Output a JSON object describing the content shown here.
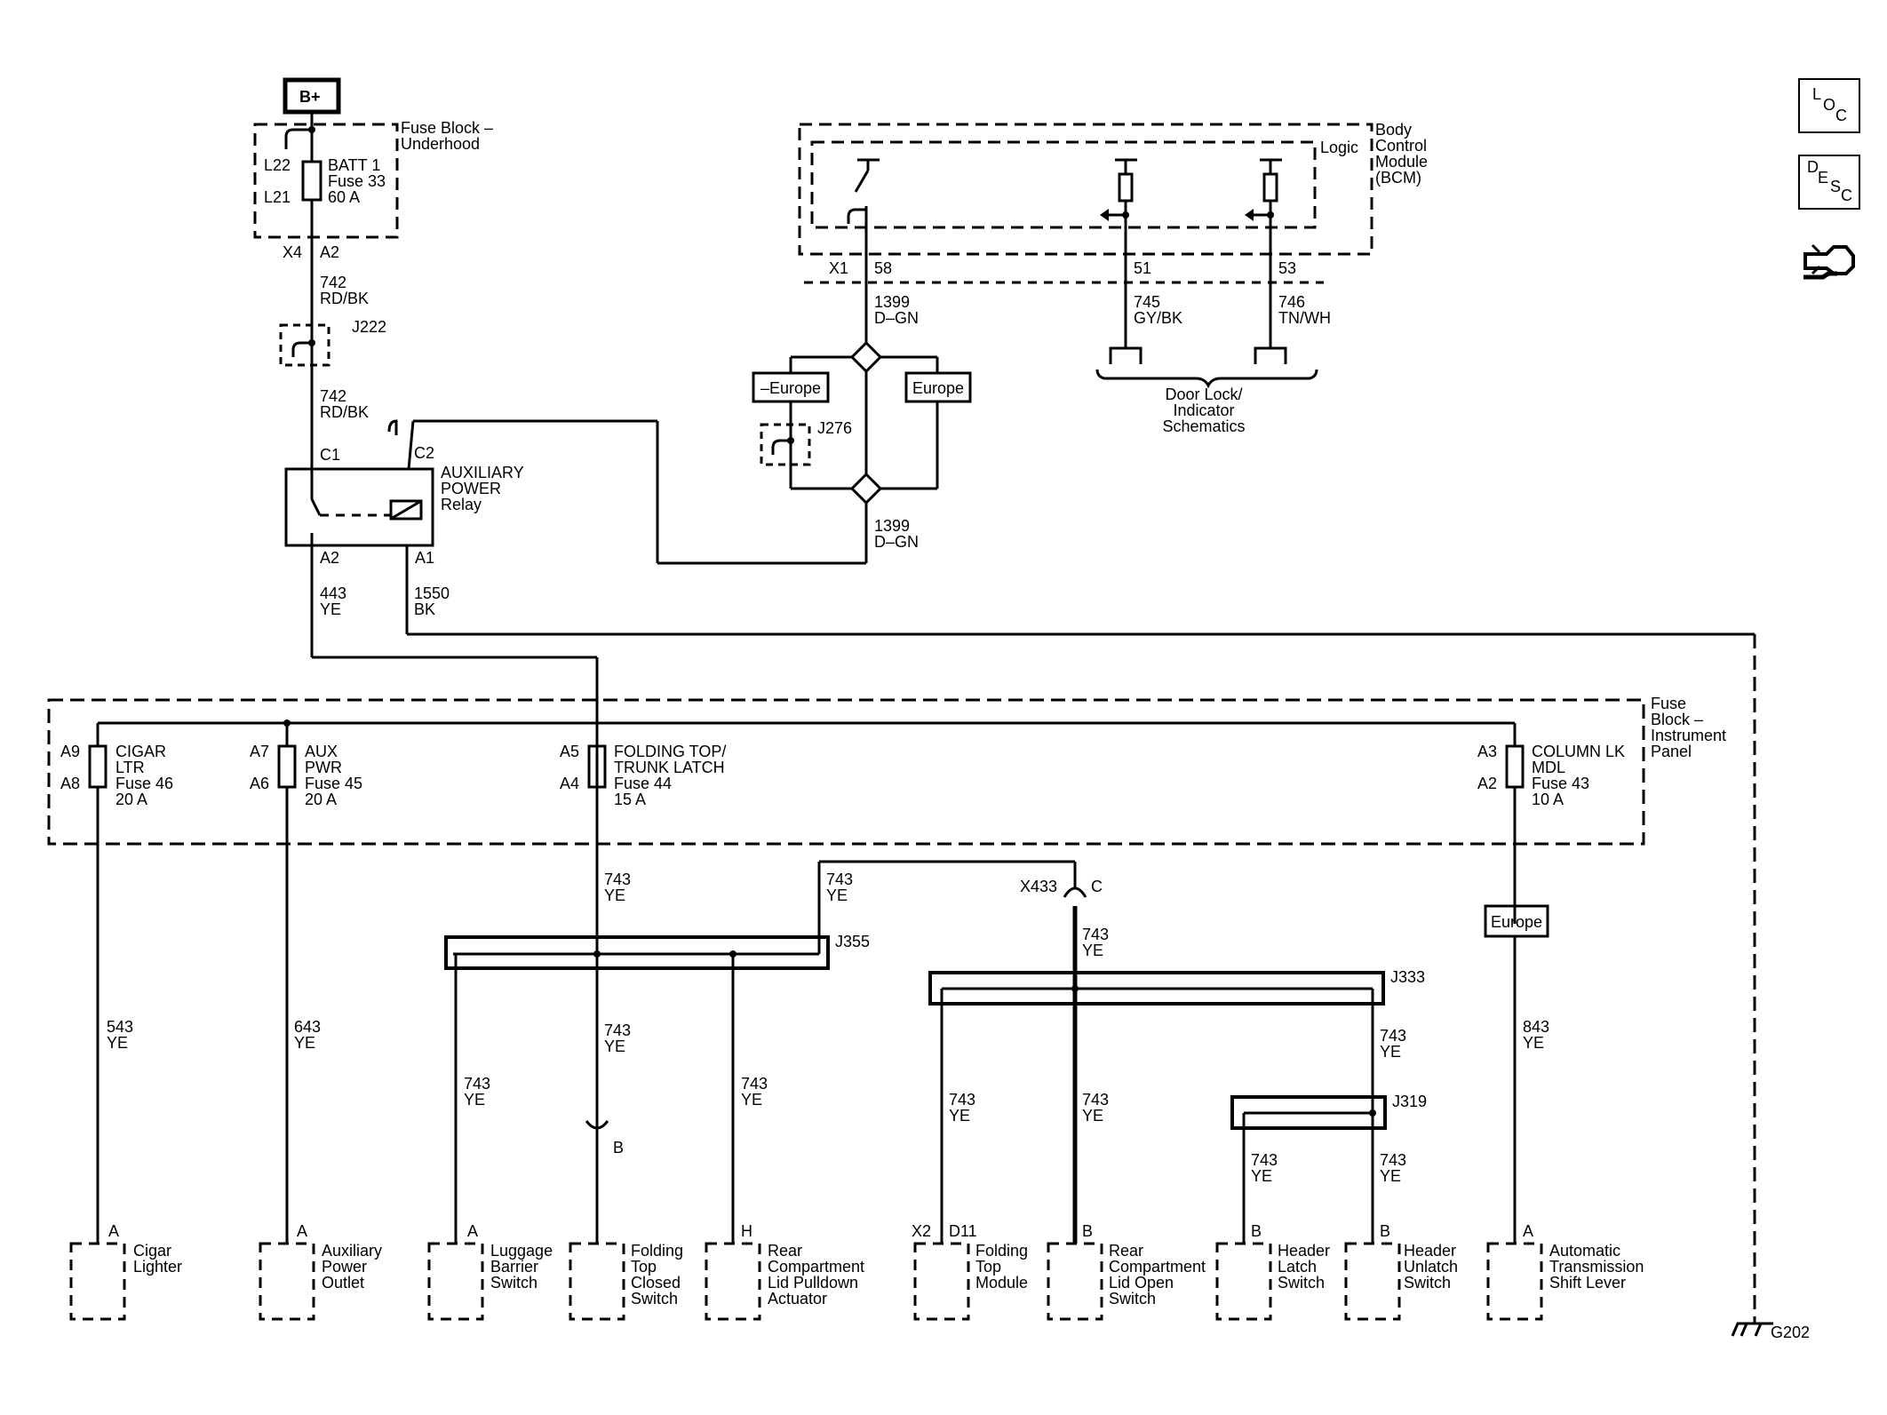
{
  "power": {
    "source": "B+"
  },
  "underhood_fuse": {
    "block_label_1": "Fuse Block –",
    "block_label_2": "Underhood",
    "fuse_name": "BATT 1",
    "fuse_num": "Fuse 33",
    "fuse_amps": "60 A",
    "pin_top": "L22",
    "pin_bottom": "L21",
    "conn": "X4",
    "pin_out": "A2"
  },
  "wires": {
    "w742_a_num": "742",
    "w742_a_color": "RD/BK",
    "splice_j222": "J222",
    "w742_b_num": "742",
    "w742_b_color": "RD/BK",
    "w443_num": "443",
    "w443_color": "YE",
    "w1550_num": "1550",
    "w1550_color": "BK",
    "w1399_top_num": "1399",
    "w1399_top_color": "D–GN",
    "w1399_bot_num": "1399",
    "w1399_bot_color": "D–GN",
    "w745_num": "745",
    "w745_color": "GY/BK",
    "w746_num": "746",
    "w746_color": "TN/WH",
    "w543_num": "543",
    "w543_color": "YE",
    "w643_num": "643",
    "w643_color": "YE",
    "w843_num": "843",
    "w843_color": "YE",
    "w743": "743",
    "ye": "YE"
  },
  "relay": {
    "name_1": "AUXILIARY",
    "name_2": "POWER",
    "name_3": "Relay",
    "c1": "C1",
    "c2": "C2",
    "a2": "A2",
    "a1": "A1"
  },
  "bcm": {
    "name_1": "Body",
    "name_2": "Control",
    "name_3": "Module",
    "name_4": "(BCM)",
    "logic": "Logic",
    "conn": "X1",
    "pin_58": "58",
    "pin_51": "51",
    "pin_53": "53",
    "door_ref_1": "Door Lock/",
    "door_ref_2": "Indicator",
    "door_ref_3": "Schematics"
  },
  "options": {
    "not_europe": "–Europe",
    "europe": "Europe",
    "europe_col": "Europe",
    "splice_j276": "J276"
  },
  "ip_fuse_block": {
    "label_1": "Fuse",
    "label_2": "Block –",
    "label_3": "Instrument",
    "label_4": "Panel",
    "fuses": [
      {
        "pin_top": "A9",
        "pin_bot": "A8",
        "name_1": "CIGAR",
        "name_2": "LTR",
        "num": "Fuse 46",
        "amps": "20 A"
      },
      {
        "pin_top": "A7",
        "pin_bot": "A6",
        "name_1": "AUX",
        "name_2": "PWR",
        "num": "Fuse 45",
        "amps": "20 A"
      },
      {
        "pin_top": "A5",
        "pin_bot": "A4",
        "name_1": "FOLDING TOP/",
        "name_2": "TRUNK LATCH",
        "num": "Fuse 44",
        "amps": "15 A"
      },
      {
        "pin_top": "A3",
        "pin_bot": "A2",
        "name_1": "COLUMN LK",
        "name_2": "MDL",
        "num": "Fuse 43",
        "amps": "10 A"
      }
    ]
  },
  "splices": {
    "j355": "J355",
    "j333": "J333",
    "j319": "J319",
    "x433": "X433",
    "x433_pin": "C",
    "inline_b": "B"
  },
  "components": [
    {
      "pin": "A",
      "l1": "Cigar",
      "l2": "Lighter",
      "l3": "",
      "l4": ""
    },
    {
      "pin": "A",
      "l1": "Auxiliary",
      "l2": "Power",
      "l3": "Outlet",
      "l4": ""
    },
    {
      "pin": "A",
      "l1": "Luggage",
      "l2": "Barrier",
      "l3": "Switch",
      "l4": ""
    },
    {
      "pin": "",
      "l1": "Folding",
      "l2": "Top",
      "l3": "Closed",
      "l4": "Switch"
    },
    {
      "pin": "H",
      "l1": "Rear",
      "l2": "Compartment",
      "l3": "Lid Pulldown",
      "l4": "Actuator"
    },
    {
      "pin": "D11",
      "conn": "X2",
      "l1": "Folding",
      "l2": "Top",
      "l3": "Module",
      "l4": ""
    },
    {
      "pin": "B",
      "l1": "Rear",
      "l2": "Compartment",
      "l3": "Lid Open",
      "l4": "Switch"
    },
    {
      "pin": "B",
      "l1": "Header",
      "l2": "Latch",
      "l3": "Switch",
      "l4": ""
    },
    {
      "pin": "B",
      "l1": "Header",
      "l2": "Unlatch",
      "l3": "Switch",
      "l4": ""
    },
    {
      "pin": "A",
      "l1": "Automatic",
      "l2": "Transmission",
      "l3": "Shift Lever",
      "l4": ""
    }
  ],
  "ground": {
    "label": "G202"
  },
  "side_icons": {
    "loc_1": "L",
    "loc_2": "O",
    "loc_3": "C",
    "desc_1": "D",
    "desc_2": "E",
    "desc_3": "S",
    "desc_4": "C",
    "connector_icon": "connector-end-view-icon"
  }
}
